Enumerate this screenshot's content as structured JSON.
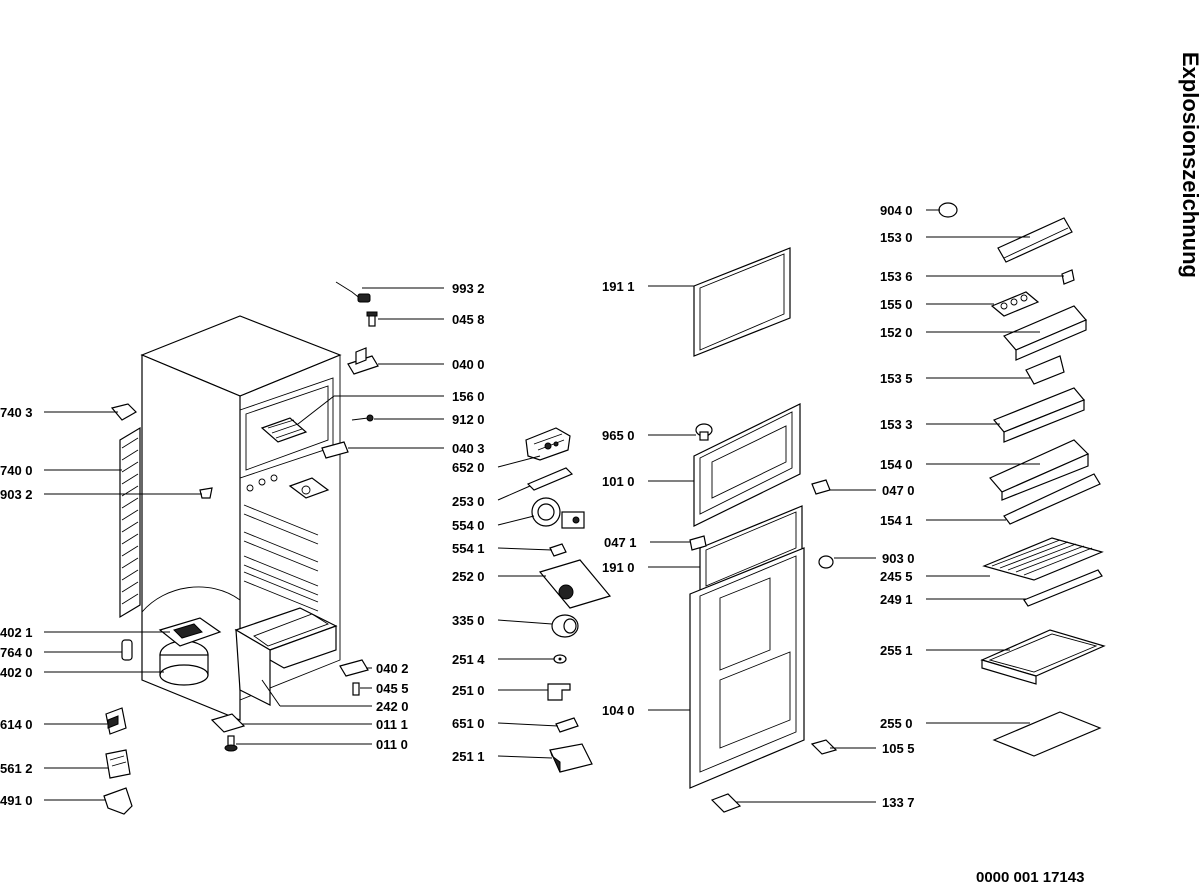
{
  "title": "Explosionszeichnung",
  "document_number": "0000 001 17143",
  "labels": {
    "p9932": "993 2",
    "p0458": "045 8",
    "p0400": "040 0",
    "p1560": "156 0",
    "p9120": "912 0",
    "p0403": "040 3",
    "p6520": "652 0",
    "p2530": "253 0",
    "p5540": "554 0",
    "p5541": "554 1",
    "p2520": "252 0",
    "p3350": "335 0",
    "p2514": "251 4",
    "p2510": "251 0",
    "p6510": "651 0",
    "p2511": "251 1",
    "p0402": "040 2",
    "p0455": "045 5",
    "p2420": "242 0",
    "p0111": "011 1",
    "p0110": "011 0",
    "p7403": "740 3",
    "p7400": "740 0",
    "p9032": "903 2",
    "p4021": "402 1",
    "p7640": "764 0",
    "p4020": "402 0",
    "p6140": "614 0",
    "p5612": "561 2",
    "p4910": "491 0",
    "p1911": "191 1",
    "p9650": "965 0",
    "p1010": "101 0",
    "p0471": "047 1",
    "p1910": "191 0",
    "p1040": "104 0",
    "p9040": "904 0",
    "p1530": "153 0",
    "p1536": "153 6",
    "p1550": "155 0",
    "p1520": "152 0",
    "p1535": "153 5",
    "p1533": "153 3",
    "p1540": "154 0",
    "p0470": "047 0",
    "p1541": "154 1",
    "p9030": "903 0",
    "p2455": "245 5",
    "p2491": "249 1",
    "p2551": "255 1",
    "p2550": "255 0",
    "p1055": "105 5",
    "p1337": "133 7"
  }
}
